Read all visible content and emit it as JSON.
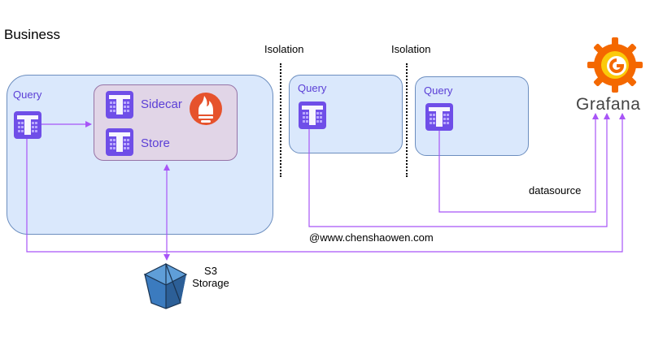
{
  "title": "Business",
  "isolation_labels": [
    "Isolation",
    "Isolation"
  ],
  "query_labels": [
    "Query",
    "Query",
    "Query"
  ],
  "sidecar_label": "Sidecar",
  "store_label": "Store",
  "s3_label_line1": "S3",
  "s3_label_line2": "Storage",
  "datasource_label": "datasource",
  "watermark": "@www.chenshaowen.com",
  "grafana_label": "Grafana",
  "icons": {
    "thanos": "thanos-icon",
    "prometheus": "prometheus-icon",
    "grafana": "grafana-logo-icon",
    "s3": "s3-bucket-icon"
  },
  "colors": {
    "query_text": "#5b3fd6",
    "thanos_icon": "#6f4ee8",
    "connector": "#a855f7",
    "box_fill": "#dae8fc",
    "box_border": "#6c8ebf",
    "prom_box_fill": "#e1d5e7",
    "prometheus": "#e6522c",
    "grafana_orange": "#f46800",
    "s3_blue": "#3b7bbf"
  }
}
